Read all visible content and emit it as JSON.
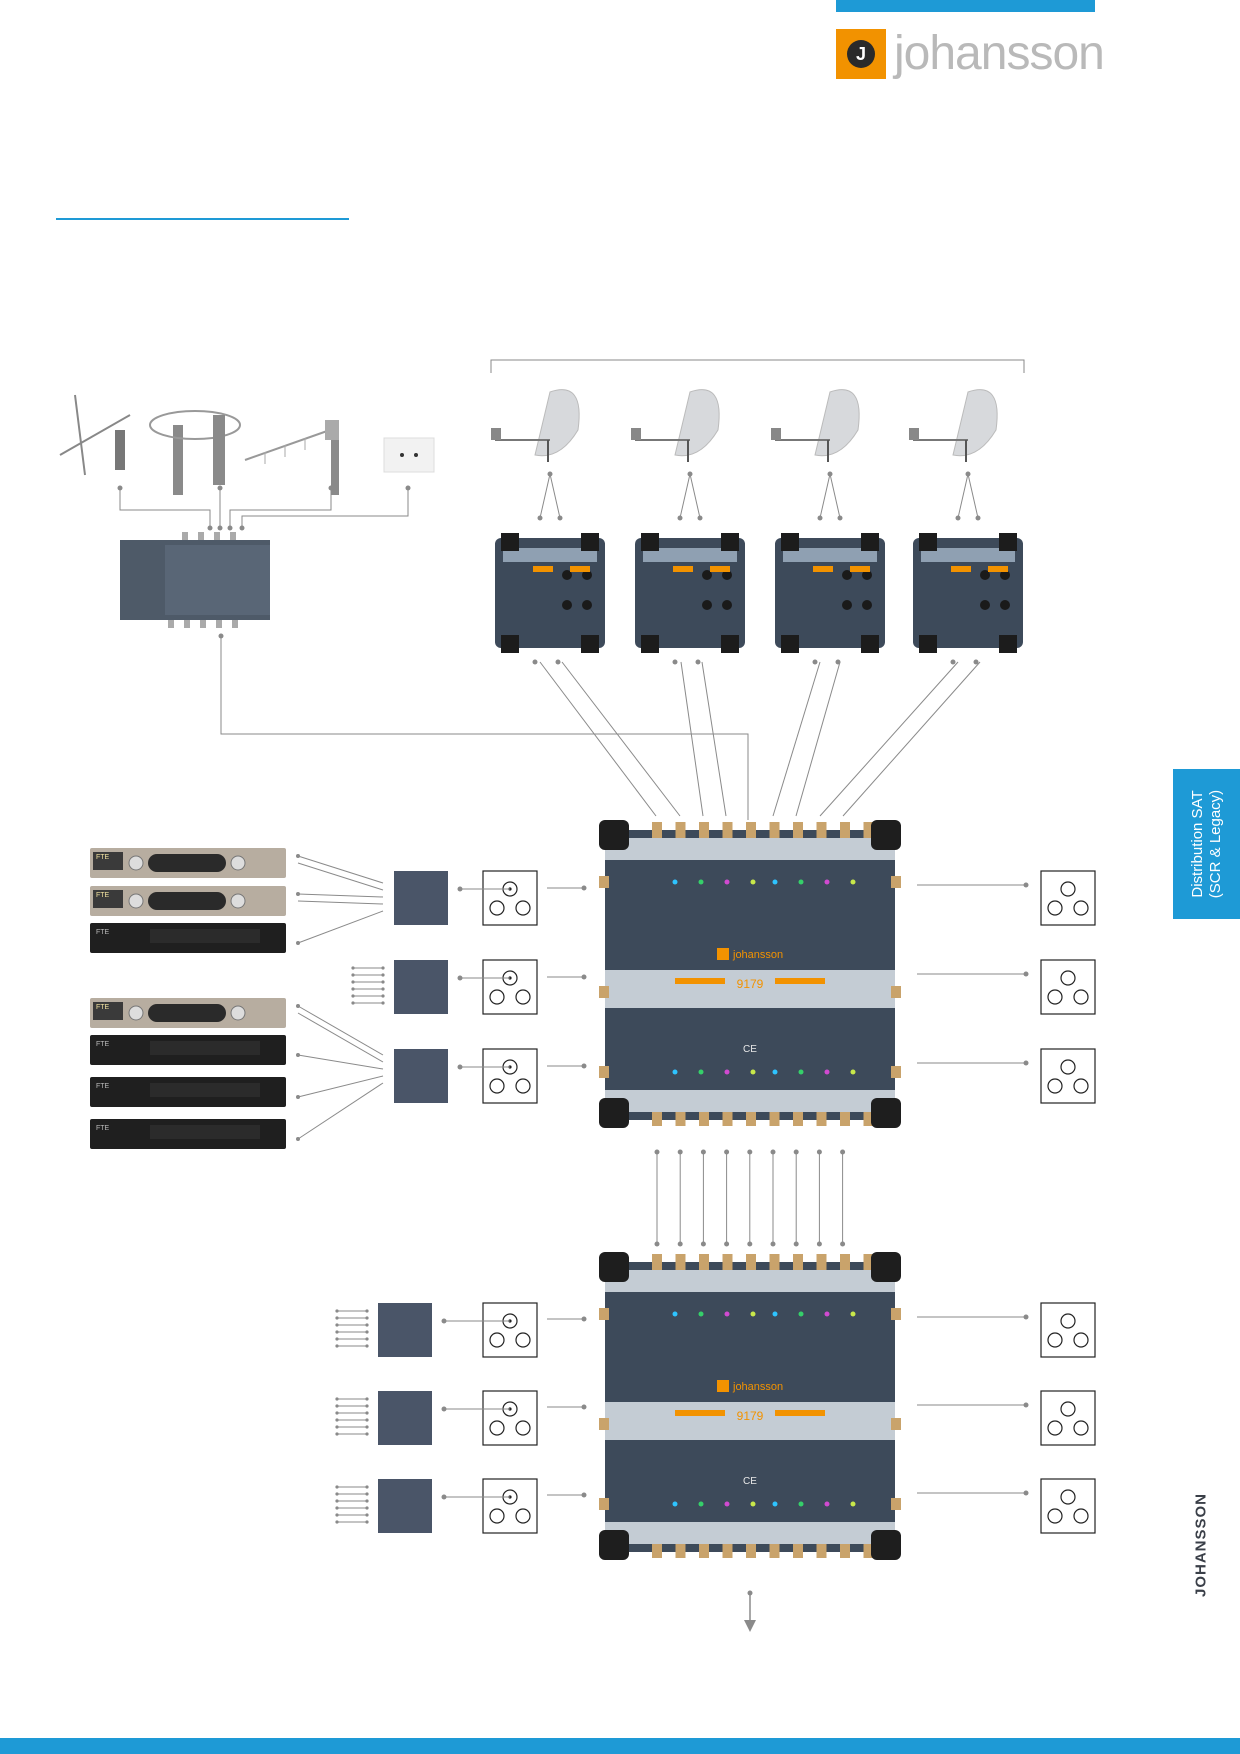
{
  "header": {
    "brand_name": "johansson",
    "logo_initial": "J",
    "accent_color": "#1e9ad6",
    "logo_color": "#f29200"
  },
  "side_tab": {
    "line1": "Distribution SAT",
    "line2": "(SCR & Legacy)"
  },
  "side_brand": "JOHANSSON",
  "multiswitch": {
    "model": "9179",
    "brand": "johansson",
    "ce_mark": "CE"
  },
  "receivers": {
    "labels": [
      "FTE",
      "FTE",
      "FTE",
      "FTE",
      "FTE",
      "FTE",
      "FTE"
    ]
  },
  "icons": {
    "dish": "satellite-dish-icon",
    "tv_antenna": "terrestrial-antenna-icon",
    "outlet": "wall-outlet-icon",
    "arrow": "arrow-down-icon"
  }
}
